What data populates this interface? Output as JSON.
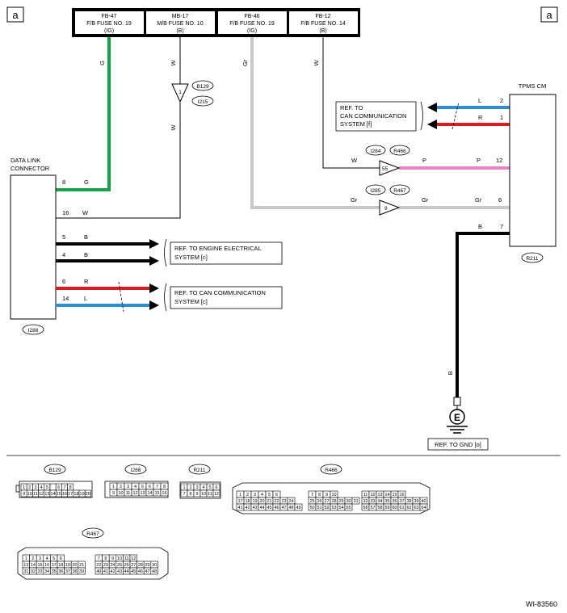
{
  "corner_label": "a",
  "fuses": [
    {
      "lines": [
        "FB-47",
        "F/B FUSE NO. 19",
        "(IG)"
      ]
    },
    {
      "lines": [
        "MB-17",
        "M/B FUSE NO. 10",
        "(B)"
      ]
    },
    {
      "lines": [
        "FB-46",
        "F/B FUSE NO. 19",
        "(IG)"
      ]
    },
    {
      "lines": [
        "FB-12",
        "F/B FUSE NO. 14",
        "(B)"
      ]
    }
  ],
  "data_link_connector": {
    "title_lines": [
      "DATA LINK",
      "CONNECTOR"
    ],
    "connector_id": "I288"
  },
  "tpms": {
    "title": "TPMS CM",
    "connector_id": "R211"
  },
  "joint": {
    "ids": [
      "B129",
      "I215"
    ],
    "pin": "1"
  },
  "inline_connectors": [
    {
      "ids": [
        "I284",
        "R466"
      ],
      "pin": "55"
    },
    {
      "ids": [
        "I285",
        "R467"
      ],
      "pin": "9"
    }
  ],
  "wires": {
    "fb47_down": "G",
    "fb47_pin": "8",
    "fb47_color": "G",
    "mb17_upper": "W",
    "mb17_lower": "W",
    "mb17_pin": "16",
    "mb17_color": "W",
    "fb46_down": "Gr",
    "fb46_left": "Gr",
    "fb46_mid": "Gr",
    "fb46_right": "Gr",
    "fb46_pin": "6",
    "fb12_down": "W",
    "fb12_left": "W",
    "fb12_mid": "P",
    "fb12_right": "P",
    "fb12_pin": "12",
    "can_l_pin": "2",
    "can_l_color": "L",
    "can_h_pin": "1",
    "can_h_color": "R",
    "ground_pin": "7",
    "ground_color_top": "B",
    "ground_color_vert": "B",
    "dlc_5_pin": "5",
    "dlc_5_color": "B",
    "dlc_4_pin": "4",
    "dlc_4_color": "B",
    "dlc_6_pin": "6",
    "dlc_6_color": "R",
    "dlc_14_pin": "14",
    "dlc_14_color": "L"
  },
  "references": {
    "can_tpms": [
      "REF. TO",
      "CAN COMMUNICATION",
      "SYSTEM [f]"
    ],
    "engine": [
      "REF. TO ENGINE ELECTRICAL",
      "SYSTEM [c]"
    ],
    "can_dlc": [
      "REF. TO CAN COMMUNICATION",
      "SYSTEM [c]"
    ],
    "gnd": "REF. TO GND [o]"
  },
  "ground_symbol": "E",
  "wire_colors": {
    "G": "#1aa04a",
    "R": "#d81e1e",
    "L": "#2b8fd6",
    "B": "#000000",
    "P": "#e982c8",
    "Gr": "#c8c8c8",
    "W": "#000000"
  },
  "connector_views": {
    "B129": {
      "rows": [
        [
          "1",
          "2",
          "3",
          "4",
          "5",
          "",
          "6",
          "7",
          "8"
        ],
        [
          "9",
          "10",
          "11",
          "12",
          "13",
          "14",
          "15",
          "16",
          "17",
          "18",
          "19",
          "20"
        ]
      ]
    },
    "I288": {
      "rows": [
        [
          "1",
          "2",
          "3",
          "4",
          "5",
          "6",
          "7",
          "8"
        ],
        [
          "9",
          "10",
          "11",
          "12",
          "13",
          "14",
          "15",
          "16"
        ]
      ]
    },
    "R211": {
      "rows": [
        [
          "1",
          "2",
          "3",
          "4",
          "5",
          "6"
        ],
        [
          "7",
          "8",
          "9",
          "10",
          "11",
          "12"
        ]
      ]
    },
    "R466": {
      "groups": [
        {
          "rows": [
            [
              "1",
              "2",
              "3",
              "4",
              "5",
              "6"
            ],
            [
              "17",
              "18",
              "19",
              "20",
              "21",
              "22",
              "23",
              "24"
            ],
            [
              "41",
              "42",
              "43",
              "44",
              "45",
              "46",
              "47",
              "48",
              "49"
            ]
          ]
        },
        {
          "rows": [
            [
              "7",
              "8",
              "9",
              "10"
            ],
            [
              "25",
              "26",
              "27",
              "28",
              "29",
              "30",
              "31"
            ],
            [
              "50",
              "51",
              "52",
              "53",
              "54",
              "55"
            ]
          ]
        },
        {
          "rows": [
            [
              "11",
              "12",
              "13",
              "14",
              "15",
              "16"
            ],
            [
              "32",
              "33",
              "34",
              "35",
              "36",
              "37",
              "38",
              "39",
              "40"
            ],
            [
              "56",
              "57",
              "58",
              "59",
              "60",
              "61",
              "62",
              "63",
              "64"
            ]
          ]
        }
      ]
    },
    "R467": {
      "groups": [
        {
          "rows": [
            [
              "1",
              "2",
              "3",
              "4",
              "5",
              "6"
            ],
            [
              "13",
              "14",
              "15",
              "16",
              "17",
              "18",
              "19",
              "20",
              "21"
            ],
            [
              "31",
              "32",
              "33",
              "34",
              "35",
              "36",
              "37",
              "38",
              "39"
            ]
          ]
        },
        {
          "rows": [
            [
              "7",
              "8",
              "9",
              "10",
              "11",
              "12"
            ],
            [
              "22",
              "23",
              "24",
              "25",
              "26",
              "27",
              "28",
              "29",
              "30"
            ],
            [
              "40",
              "41",
              "42",
              "43",
              "44",
              "45",
              "46",
              "47",
              "48"
            ]
          ]
        }
      ]
    }
  },
  "figure_id": "WI-83560"
}
